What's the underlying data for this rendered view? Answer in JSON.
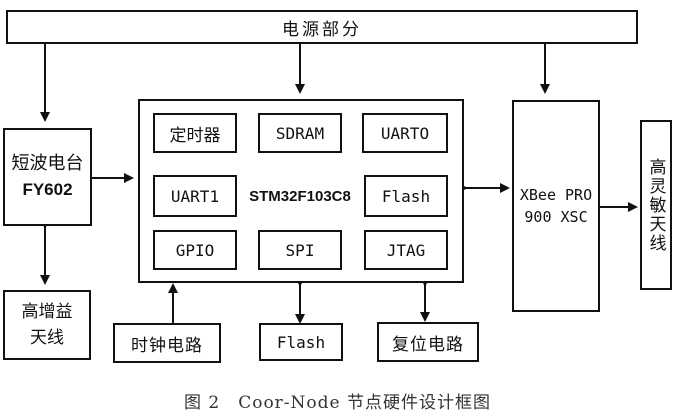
{
  "power": "电源部分",
  "shortwave": {
    "line1": "短波电台",
    "line2": "FY602"
  },
  "antenna_high_gain": {
    "line1": "高增益",
    "line2": "天线"
  },
  "stm": {
    "timer": "定时器",
    "sdram": "SDRAM",
    "uart0": "UARTO",
    "uart1": "UART1",
    "chip": "STM32F103C8",
    "flash": "Flash",
    "gpio": "GPIO",
    "spi": "SPI",
    "jtag": "JTAG"
  },
  "clock": "时钟电路",
  "flash_ext": "Flash",
  "reset": "复位电路",
  "xbee": {
    "line1": "XBee PRO",
    "line2": "900 XSC"
  },
  "antenna_sensitive": "高灵敏天线",
  "caption": "图 2　Coor-Node 节点硬件设计框图"
}
